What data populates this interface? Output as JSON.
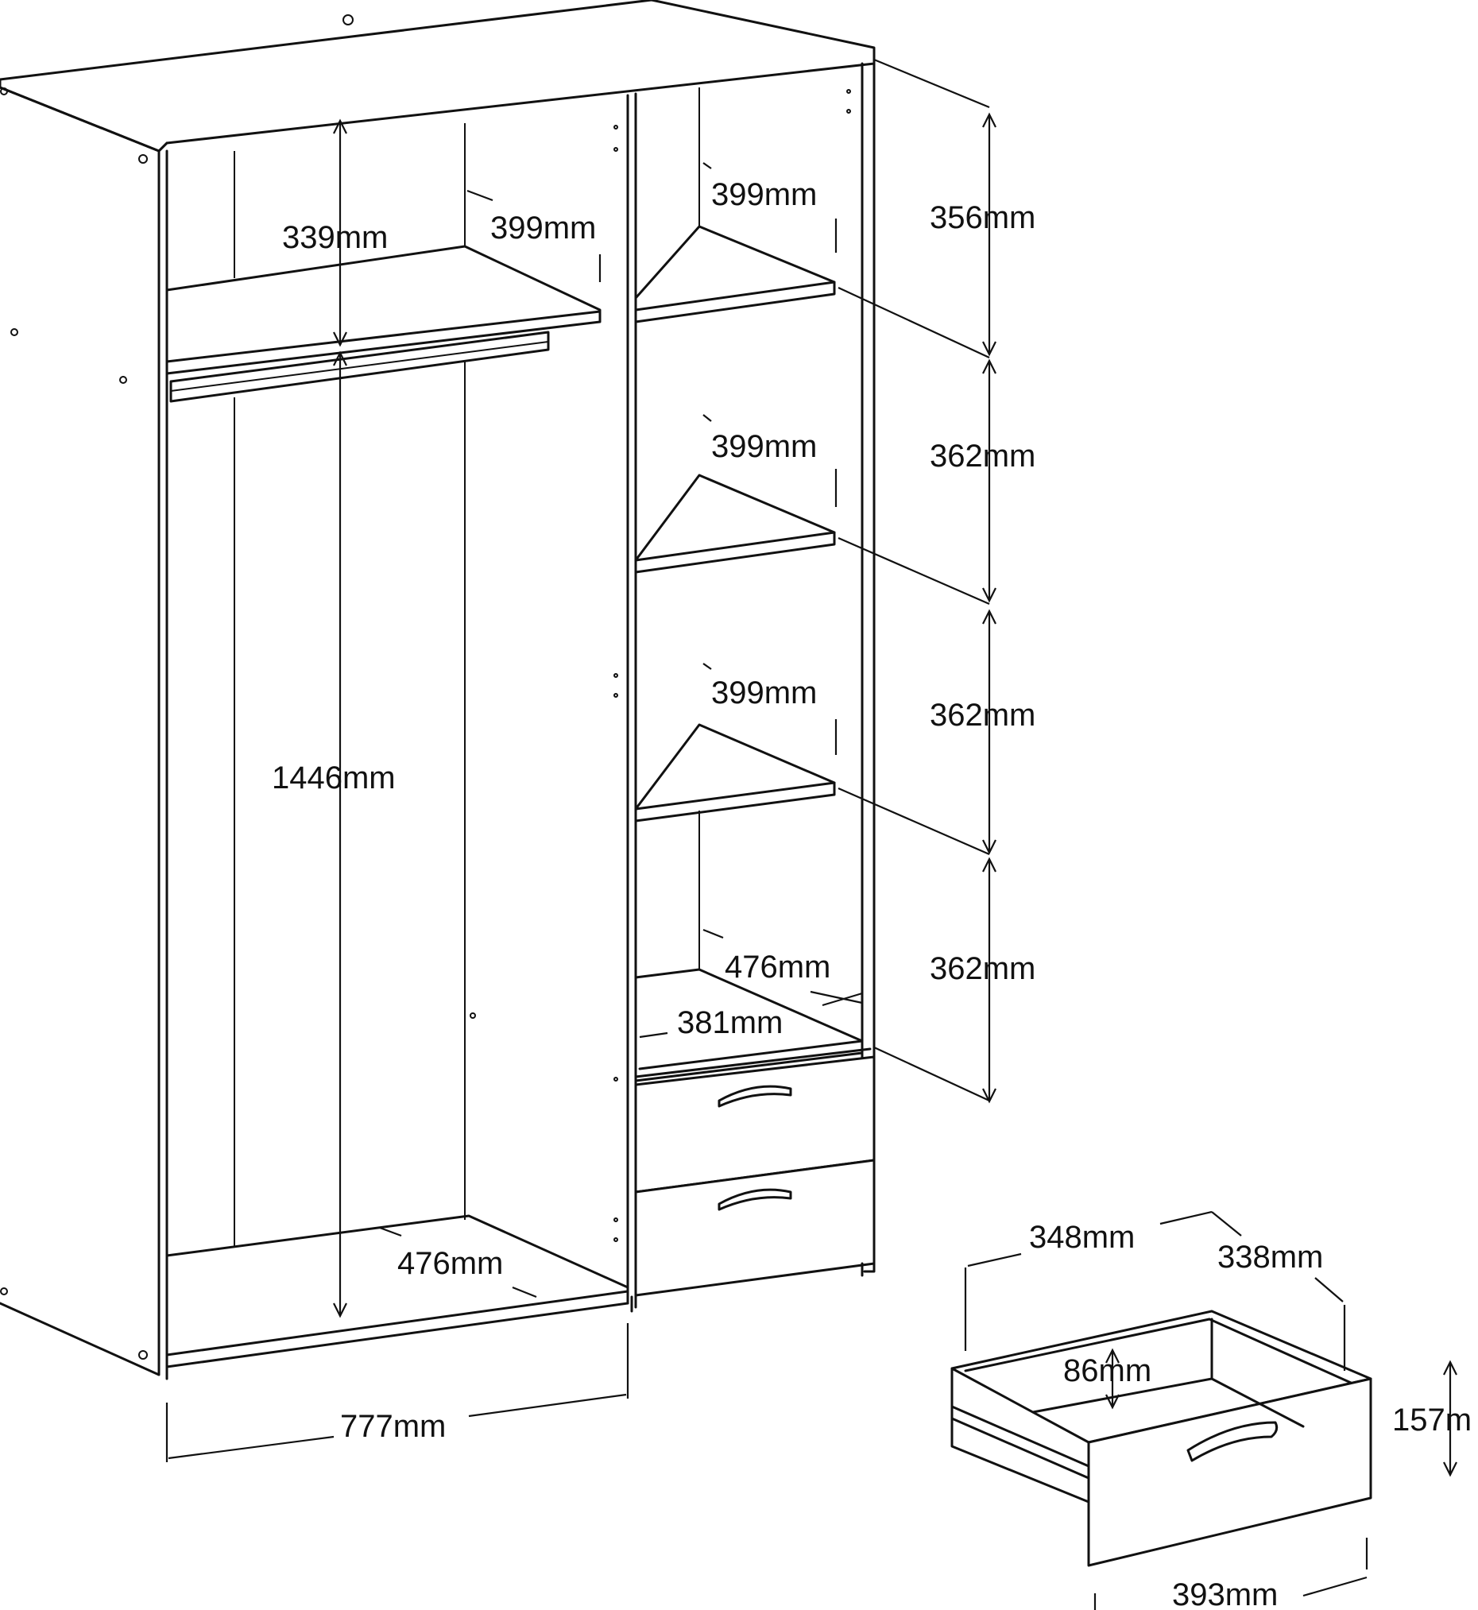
{
  "labels": {
    "top_shelf_height": "339mm",
    "top_shelf_depth": "399mm",
    "hanging_height": "1446mm",
    "bottom_depth": "476mm",
    "width_left": "777mm",
    "shelf1_depth": "399mm",
    "shelf2_depth": "399mm",
    "shelf3_depth": "399mm",
    "lower_depth": "476mm",
    "lower_width": "381mm",
    "gap1": "356mm",
    "gap2": "362mm",
    "gap3": "362mm",
    "gap4": "362mm",
    "drawer_width": "348mm",
    "drawer_depth": "338mm",
    "drawer_inner_height": "86mm",
    "drawer_height": "157m",
    "drawer_front_width": "393mm"
  },
  "colors": {
    "line": "#111111",
    "background": "#ffffff"
  }
}
